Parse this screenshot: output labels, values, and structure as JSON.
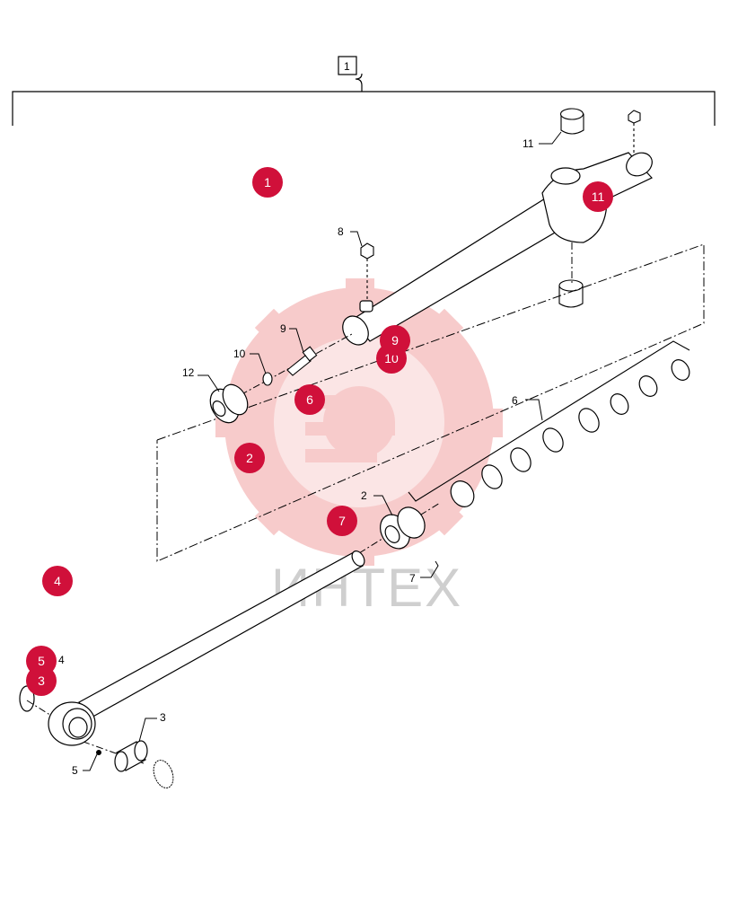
{
  "callout_box": "1",
  "watermark": "ИНТЕХ",
  "colors": {
    "hotspot": "#d0103a",
    "watermark_red": "#f6c3c3",
    "line": "#000000"
  },
  "hotspots": [
    {
      "id": "1",
      "label": "1"
    },
    {
      "id": "11",
      "label": "11"
    },
    {
      "id": "9",
      "label": "9"
    },
    {
      "id": "10",
      "label": "10"
    },
    {
      "id": "6",
      "label": "6"
    },
    {
      "id": "2",
      "label": "2"
    },
    {
      "id": "7",
      "label": "7"
    },
    {
      "id": "4",
      "label": "4"
    },
    {
      "id": "5",
      "label": "5"
    },
    {
      "id": "3",
      "label": "3"
    }
  ],
  "part_labels": {
    "p11": "11",
    "p8": "8",
    "p9": "9",
    "p10": "10",
    "p12": "12",
    "p6": "6",
    "p2": "2",
    "p7": "7",
    "p4": "4",
    "p3": "3",
    "p5": "5"
  }
}
